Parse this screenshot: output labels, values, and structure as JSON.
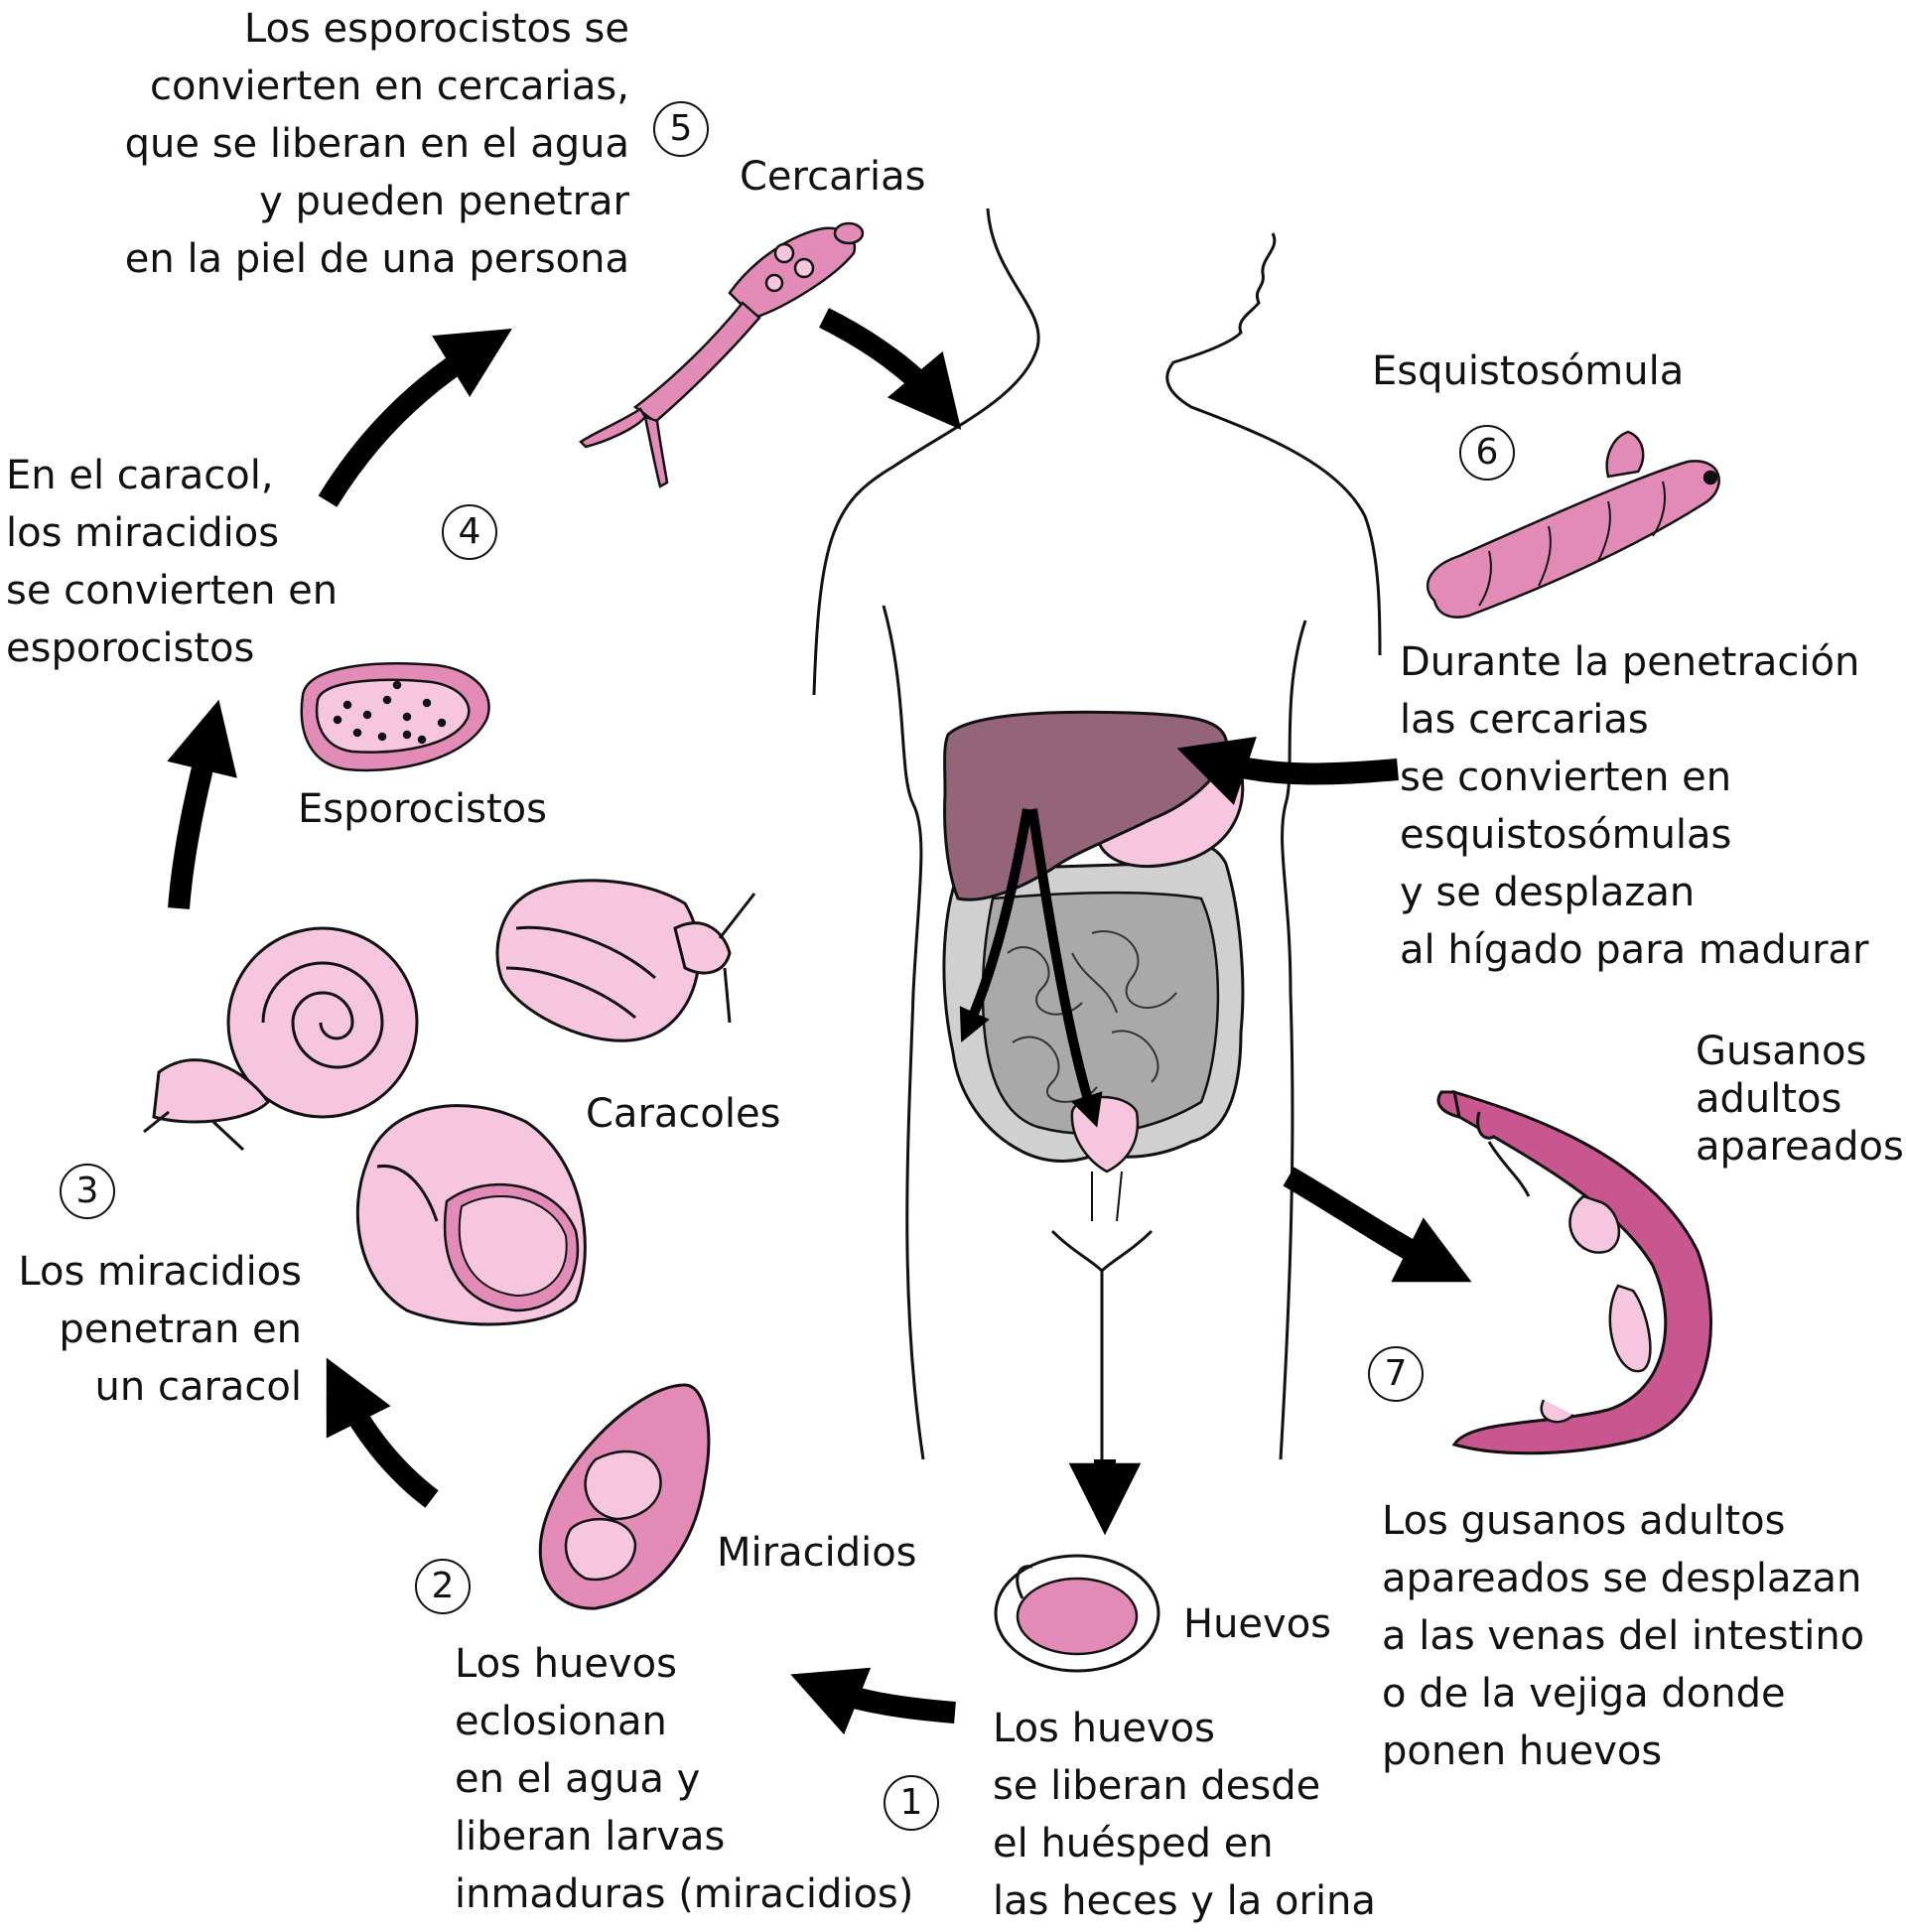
{
  "colors": {
    "outline": "#111111",
    "pink_light": "#f5c6de",
    "pink_mid": "#e38bb7",
    "pink_dark": "#c9578f",
    "liver": "#946579",
    "intestine": "#a9a9a9",
    "colon": "#d0d0d0",
    "arrow": "#000000"
  },
  "steps": [
    {
      "number": "1",
      "lines": [
        "Los huevos",
        "se liberan desde",
        "el huésped en",
        "las heces y la orina"
      ]
    },
    {
      "number": "2",
      "lines": [
        "Los huevos",
        "eclosionan",
        "en el agua y",
        "liberan larvas",
        "inmaduras (miracidios)"
      ]
    },
    {
      "number": "3",
      "lines": [
        "Los miracidios",
        "penetran en",
        "un caracol"
      ]
    },
    {
      "number": "4",
      "lines": [
        "En el caracol,",
        "los miracidios",
        "se convierten en",
        "esporocistos"
      ]
    },
    {
      "number": "5",
      "lines": [
        "Los esporocistos se",
        "convierten en cercarias,",
        "que se liberan en el agua",
        "y pueden penetrar",
        "en la piel de una persona"
      ]
    },
    {
      "number": "6",
      "lines": [
        "Durante la penetración",
        "las cercarias",
        "se convierten en",
        "esquistosómulas",
        "y se desplazan",
        "al hígado para madurar"
      ]
    },
    {
      "number": "7",
      "lines": [
        "Los gusanos adultos",
        "apareados se desplazan",
        "a las venas del intestino",
        "o de la vejiga donde",
        "ponen huevos"
      ]
    }
  ],
  "labels": {
    "cercarias": "Cercarias",
    "esquistosomula": "Esquistosómula",
    "esporocistos": "Esporocistos",
    "caracoles": "Caracoles",
    "miracidios": "Miracidios",
    "huevos": "Huevos",
    "gusanos": [
      "Gusanos",
      "adultos",
      "apareados"
    ]
  },
  "icons": [
    "cercaria-icon",
    "schistosomulum-icon",
    "sporocyst-icon",
    "snail-icon",
    "miracidium-icon",
    "egg-icon",
    "adult-worms-icon",
    "human-body-icon",
    "liver-icon",
    "intestines-icon",
    "bladder-icon",
    "arrow-icon"
  ]
}
